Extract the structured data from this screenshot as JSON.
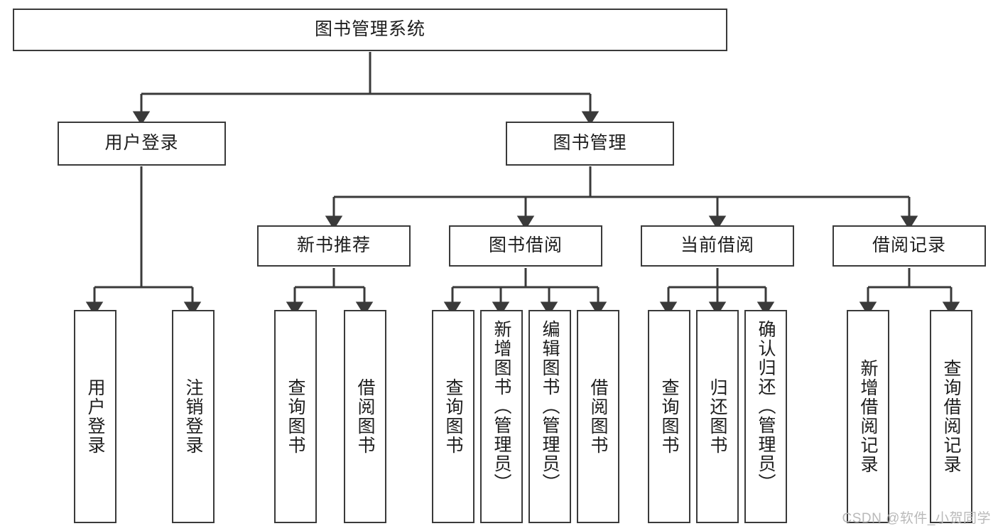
{
  "diagram": {
    "title": "图书管理系统",
    "type": "tree-hierarchy-chart",
    "watermark": "CSDN @软件_小贺同学",
    "colors": {
      "stroke": "#3a3a3a",
      "fill": "#ffffff",
      "text": "#1d1d1d",
      "watermark": "#b9b9b9"
    },
    "root": {
      "label": "图书管理系统"
    },
    "level2": [
      {
        "label": "用户登录"
      },
      {
        "label": "图书管理"
      }
    ],
    "level3": [
      {
        "label": "新书推荐"
      },
      {
        "label": "图书借阅"
      },
      {
        "label": "当前借阅"
      },
      {
        "label": "借阅记录"
      }
    ],
    "leaves": [
      {
        "label": "用户登录"
      },
      {
        "label": "注销登录"
      },
      {
        "label": "查询图书"
      },
      {
        "label": "借阅图书"
      },
      {
        "label": "查询图书"
      },
      {
        "label": "新增图书（管理员）"
      },
      {
        "label": "编辑图书（管理员）"
      },
      {
        "label": "借阅图书"
      },
      {
        "label": "查询图书"
      },
      {
        "label": "归还图书"
      },
      {
        "label": "确认归还（管理员）"
      },
      {
        "label": "新增借阅记录"
      },
      {
        "label": "查询借阅记录"
      }
    ]
  }
}
